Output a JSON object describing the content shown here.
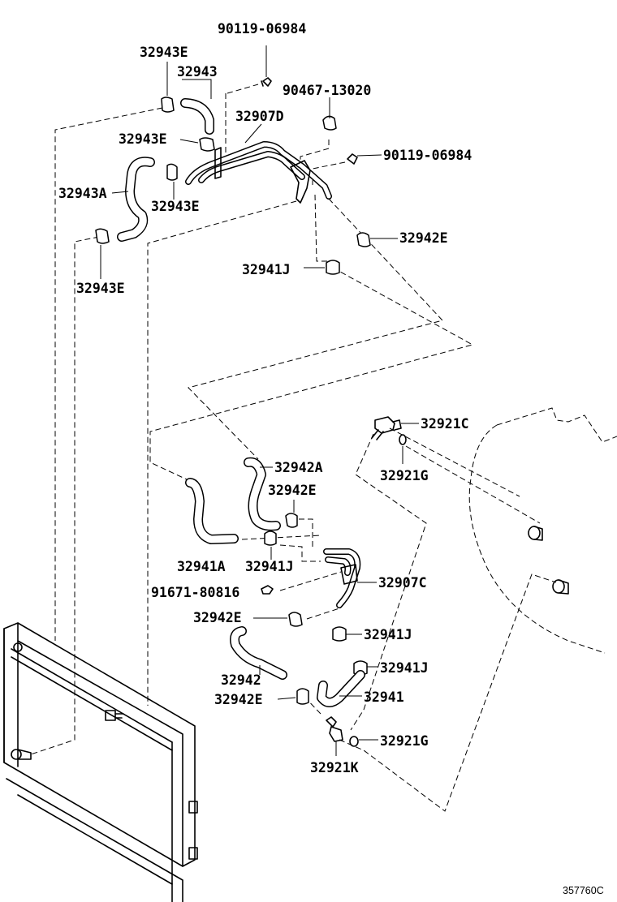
{
  "labels": {
    "p90119_top": "90119-06984",
    "p32943E_a": "32943E",
    "p32943": "32943",
    "p90467": "90467-13020",
    "p32907D": "32907D",
    "p32943E_b": "32943E",
    "p90119_mid": "90119-06984",
    "p32943A": "32943A",
    "p32943E_c": "32943E",
    "p32942E_a": "32942E",
    "p32941J_a": "32941J",
    "p32943E_d": "32943E",
    "p32921C": "32921C",
    "p32921G_a": "32921G",
    "p32942A": "32942A",
    "p32942E_b": "32942E",
    "p32941A": "32941A",
    "p32941J_b": "32941J",
    "p32907C": "32907C",
    "p91671": "91671-80816",
    "p32942E_c": "32942E",
    "p32941J_c": "32941J",
    "p32941J_d": "32941J",
    "p32942": "32942",
    "p32942E_d": "32942E",
    "p32941": "32941",
    "p32921G_b": "32921G",
    "p32921K": "32921K"
  },
  "figure_ref": "357760C"
}
